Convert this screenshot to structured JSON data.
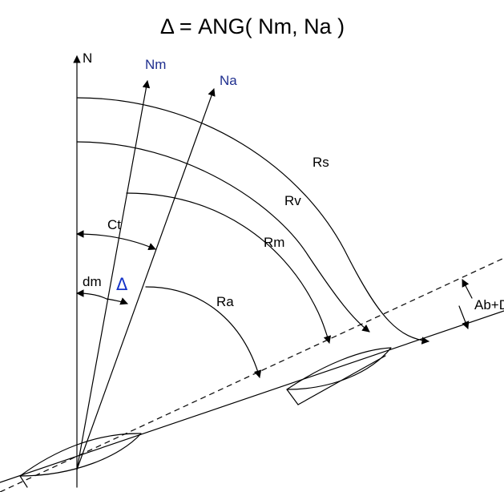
{
  "title": "Δ = ANG( Nm, Na )",
  "labels": {
    "n": "N",
    "nm": "Nm",
    "na": "Na",
    "rs": "Rs",
    "rv": "Rv",
    "rm": "Rm",
    "ra": "Ra",
    "ct": "Ct",
    "dm": "dm",
    "delta": "Δ",
    "ab_dr": "Ab+Dr"
  },
  "colors": {
    "line": "#000000",
    "blue_label": "#1f2f8f",
    "delta_blue": "#1433c8"
  }
}
